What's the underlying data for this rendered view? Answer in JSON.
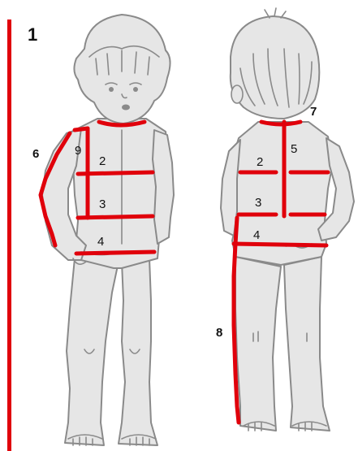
{
  "figure_number": "1",
  "colors": {
    "measure_line": "#e0000b",
    "figure_fill": "#e6e6e6",
    "figure_outline": "#8a8a8a"
  },
  "front_labels": {
    "l2": "2",
    "l3": "3",
    "l4": "4",
    "l6": "6",
    "l9": "9"
  },
  "back_labels": {
    "l2": "2",
    "l3": "3",
    "l4": "4",
    "l5": "5",
    "l7": "7",
    "l8": "8"
  }
}
